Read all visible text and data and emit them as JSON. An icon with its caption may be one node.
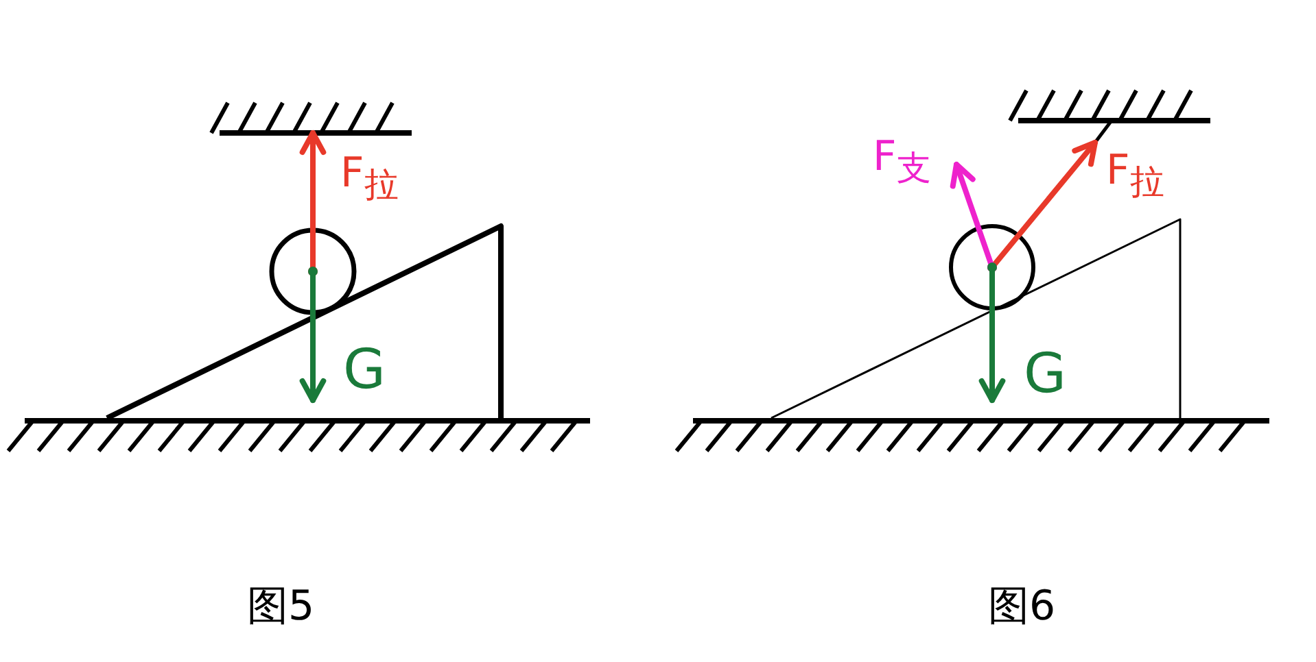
{
  "diagram": {
    "labels": [
      "F$_{拉}$",
      "G",
      "F$_{支}$",
      "F$_{拉}$",
      "G",
      "图5",
      "图6"
    ]
  }
}
